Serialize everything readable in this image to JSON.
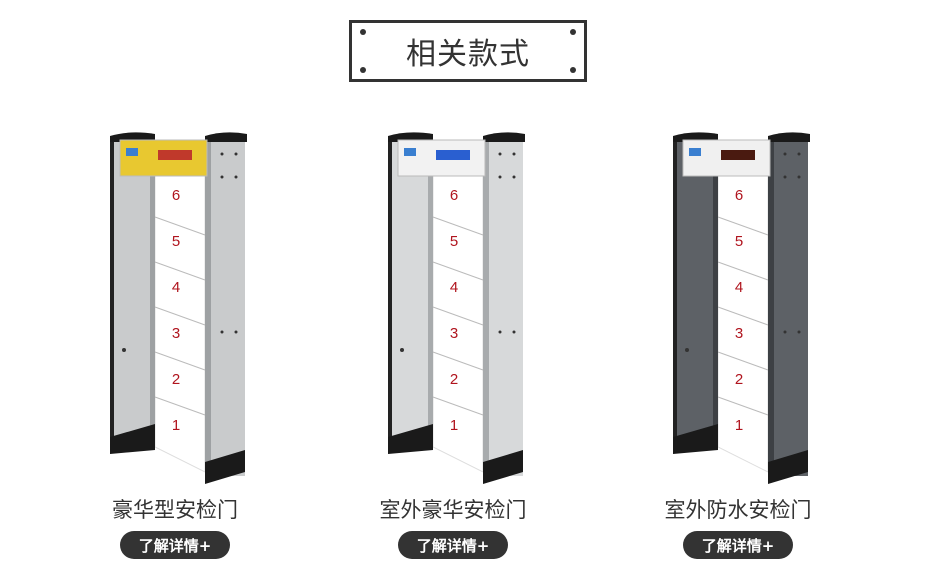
{
  "header": {
    "title": "相关款式"
  },
  "products": [
    {
      "name": "豪华型安检门",
      "button": "了解详情+",
      "zones": [
        "6",
        "5",
        "4",
        "3",
        "2",
        "1"
      ],
      "colors": {
        "pillar": "#c9cbcc",
        "pillar_edge": "#9ea1a3",
        "panel": "#e8c830",
        "display": "#c0392b"
      }
    },
    {
      "name": "室外豪华安检门",
      "button": "了解详情+",
      "zones": [
        "6",
        "5",
        "4",
        "3",
        "2",
        "1"
      ],
      "colors": {
        "pillar": "#d7d9da",
        "pillar_edge": "#a8abad",
        "panel": "#f2f2f2",
        "display": "#2a5fd0"
      }
    },
    {
      "name": "室外防水安检门",
      "button": "了解详情+",
      "zones": [
        "6",
        "5",
        "4",
        "3",
        "2",
        "1"
      ],
      "colors": {
        "pillar": "#5d6166",
        "pillar_edge": "#3d4044",
        "panel": "#f0f0f0",
        "display": "#4a1a10"
      }
    }
  ],
  "zone_color": "#b0141e"
}
